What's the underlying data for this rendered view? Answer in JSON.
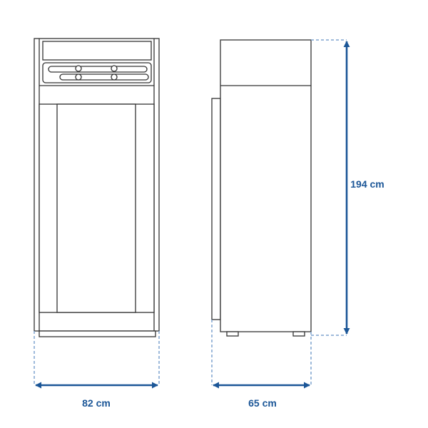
{
  "dimensions": {
    "front_width": "82 cm",
    "side_depth": "65 cm",
    "height": "194 cm"
  },
  "colors": {
    "outline": "#333333",
    "dimension": "#1b5697",
    "guide": "#7ea3cf",
    "fill": "#ffffff"
  }
}
